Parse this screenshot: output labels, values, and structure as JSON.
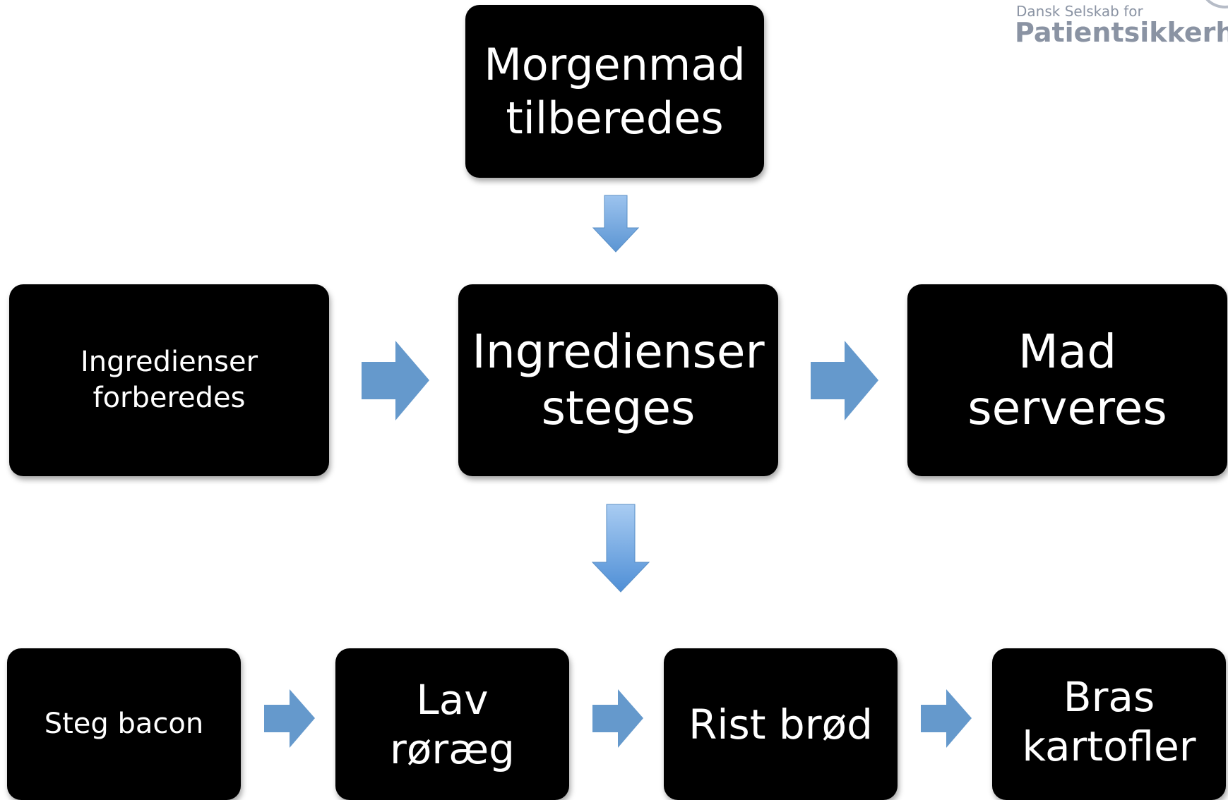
{
  "logo": {
    "subtitle": "Dansk Selskab for",
    "title": "Patientsikkerh"
  },
  "nodes": {
    "morning": {
      "line1": "Morgenmad",
      "line2": "tilberedes"
    },
    "prepare": {
      "line1": "Ingredienser",
      "line2": "forberedes"
    },
    "fry": {
      "line1": "Ingredienser",
      "line2": "steges"
    },
    "serve": {
      "line1": "Mad",
      "line2": "serveres"
    },
    "bacon": {
      "line1": "Steg bacon"
    },
    "eggs": {
      "line1": "Lav røræg"
    },
    "bread": {
      "line1": "Rist brød"
    },
    "potatoes": {
      "line1": "Bras",
      "line2": "kartofler"
    }
  },
  "colors": {
    "box": "#000000",
    "box_text": "#ffffff",
    "arrow": "#6599cc",
    "logo": "#8a93a3"
  }
}
